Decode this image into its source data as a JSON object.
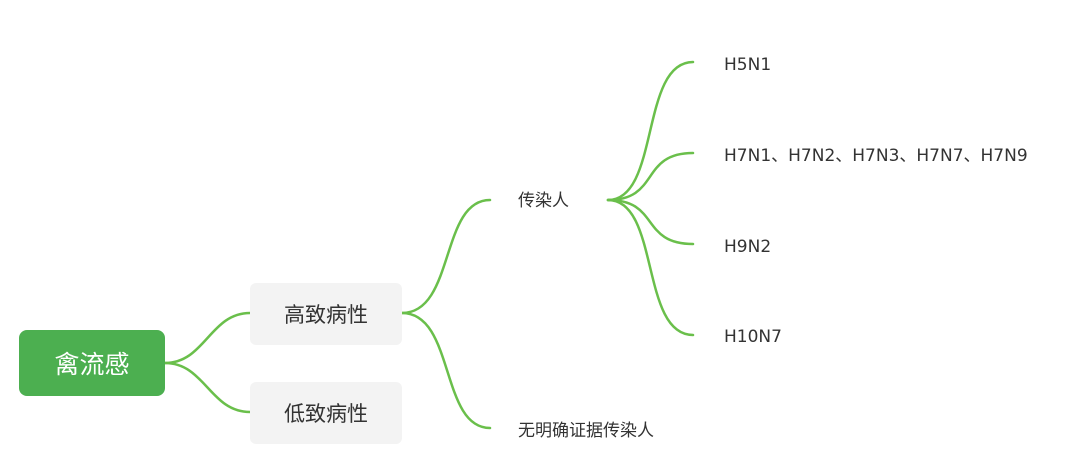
{
  "root": {
    "label": "禽流感"
  },
  "branches": [
    {
      "label": "高致病性",
      "children": [
        {
          "label": "传染人",
          "children": [
            "H5N1",
            "H7N1、H7N2、H7N3、H7N7、H7N9",
            "H9N2",
            "H10N7"
          ]
        },
        {
          "label": "无明确证据传染人"
        }
      ]
    },
    {
      "label": "低致病性"
    }
  ],
  "colors": {
    "root_fill": "#4caf50",
    "connector": "#6abf4b",
    "branch_fill": "#f3f3f3",
    "text": "#333333"
  }
}
